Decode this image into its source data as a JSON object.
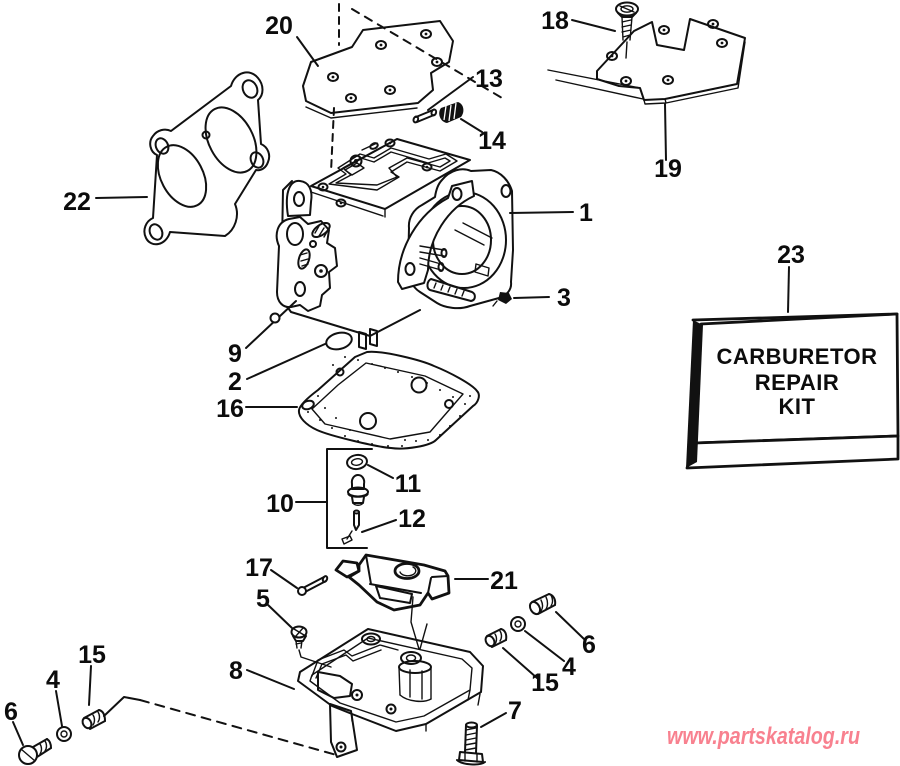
{
  "diagram_type": "carburetor-exploded-parts-diagram",
  "colors": {
    "ink": "#111111",
    "background": "#ffffff",
    "watermark": "#f8818f"
  },
  "labels": {
    "l20": "20",
    "l18": "18",
    "l13": "13",
    "l14": "14",
    "l19": "19",
    "l22": "22",
    "l1": "1",
    "l23": "23",
    "l3": "3",
    "l9": "9",
    "l2": "2",
    "l16": "16",
    "l10": "10",
    "l11": "11",
    "l12": "12",
    "l17": "17",
    "l5": "5",
    "l21": "21",
    "l8": "8",
    "l15_left": "15",
    "l4_left": "4",
    "l6_left": "6",
    "l6_right": "6",
    "l4_right": "4",
    "l15_right": "15",
    "l7": "7"
  },
  "kit_box": {
    "lines": [
      "CARBURETOR",
      "REPAIR",
      "KIT"
    ]
  },
  "watermark": {
    "text": "www.partskatalog.ru",
    "color": "#f8818f"
  }
}
